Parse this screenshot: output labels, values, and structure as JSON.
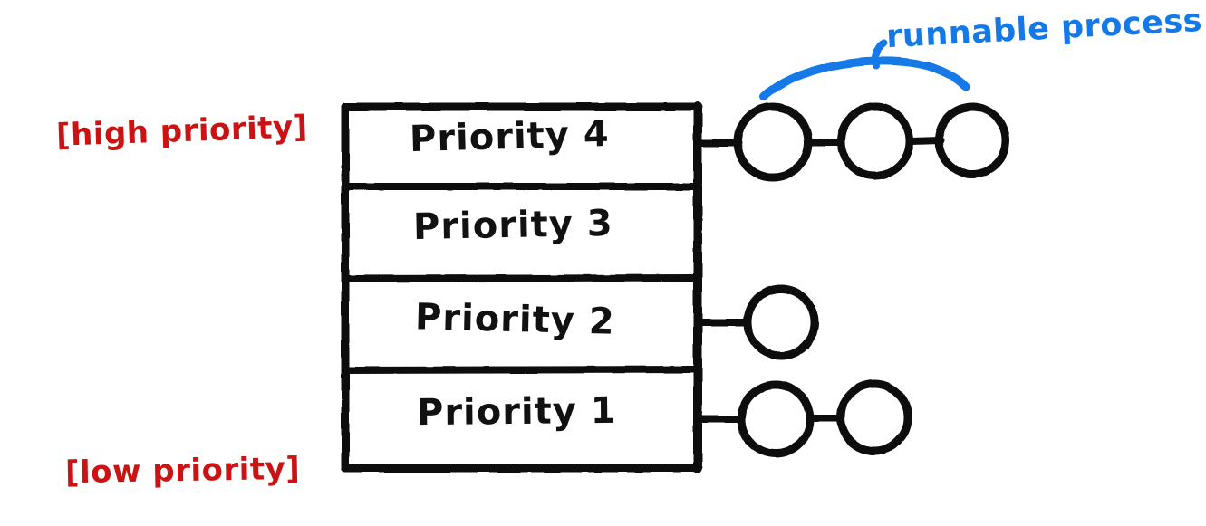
{
  "diagram": {
    "title": "priority-queue-diagram",
    "colors": {
      "ink": "#111111",
      "annotation_red": "#cc1313",
      "annotation_blue": "#1479e8",
      "background": "#ffffff"
    },
    "queue_rows": [
      {
        "id": "priority-4",
        "label": "Priority 4",
        "process_count": 3
      },
      {
        "id": "priority-3",
        "label": "Priority 3",
        "process_count": 0
      },
      {
        "id": "priority-2",
        "label": "Priority 2",
        "process_count": 1
      },
      {
        "id": "priority-1",
        "label": "Priority 1",
        "process_count": 2
      }
    ],
    "bracket_labels": {
      "top": "[high priority]",
      "bottom": "[low priority]"
    },
    "annotations": {
      "runnable_process": "runnable process"
    }
  }
}
